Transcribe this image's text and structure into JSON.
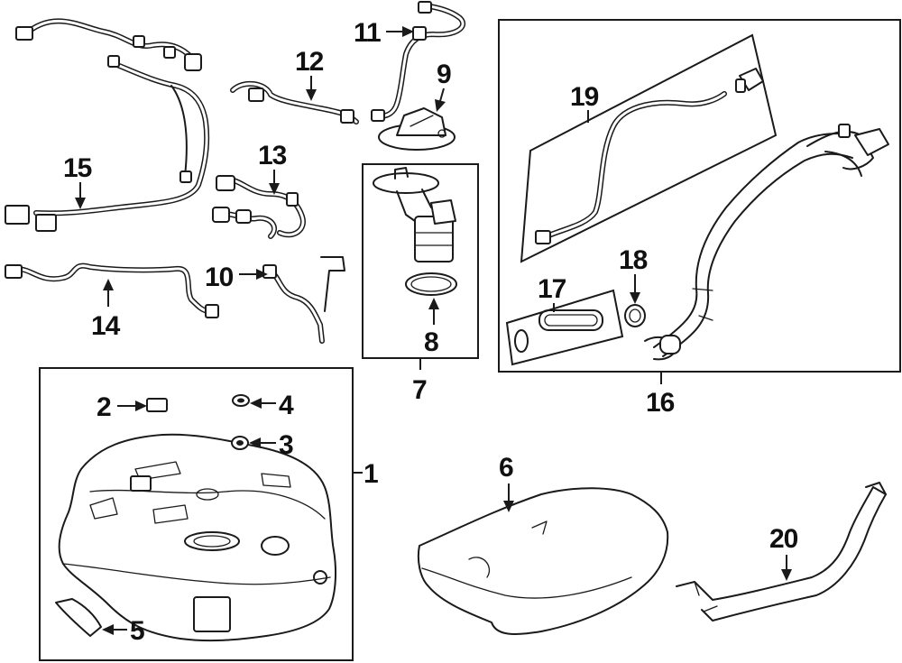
{
  "diagram": {
    "callouts": [
      {
        "id": "1",
        "label": "1"
      },
      {
        "id": "2",
        "label": "2"
      },
      {
        "id": "3",
        "label": "3"
      },
      {
        "id": "4",
        "label": "4"
      },
      {
        "id": "5",
        "label": "5"
      },
      {
        "id": "6",
        "label": "6"
      },
      {
        "id": "7",
        "label": "7"
      },
      {
        "id": "8",
        "label": "8"
      },
      {
        "id": "9",
        "label": "9"
      },
      {
        "id": "10",
        "label": "10"
      },
      {
        "id": "11",
        "label": "11"
      },
      {
        "id": "12",
        "label": "12"
      },
      {
        "id": "13",
        "label": "13"
      },
      {
        "id": "14",
        "label": "14"
      },
      {
        "id": "15",
        "label": "15"
      },
      {
        "id": "16",
        "label": "16"
      },
      {
        "id": "17",
        "label": "17"
      },
      {
        "id": "18",
        "label": "18"
      },
      {
        "id": "19",
        "label": "19"
      },
      {
        "id": "20",
        "label": "20"
      }
    ]
  },
  "colors": {
    "line": "#1a1a1a",
    "background": "#ffffff"
  }
}
